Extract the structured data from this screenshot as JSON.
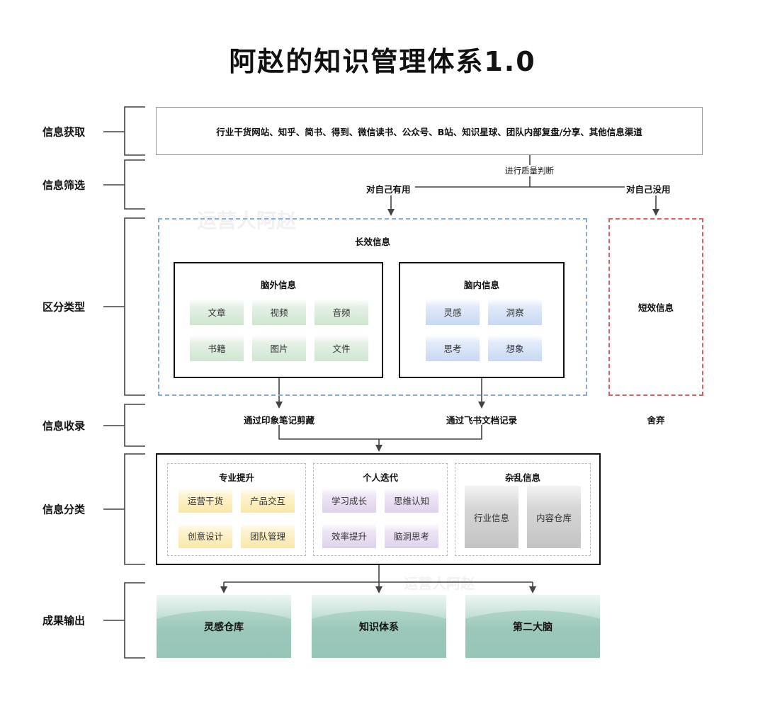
{
  "title": "阿赵的知识管理体系1.0",
  "stages": {
    "acquire": "信息获取",
    "filter": "信息筛选",
    "classify_type": "区分类型",
    "record": "信息收录",
    "categorize": "信息分类",
    "output": "成果输出"
  },
  "sources_text": "行业干货网站、知乎、简书、得到、微信读书、公众号、B站、知识星球、团队内部复盘/分享、其他信息渠道",
  "filter": {
    "judge": "进行质量判断",
    "useful": "对自己有用",
    "useless": "对自己没用"
  },
  "long_term": {
    "title": "长效信息",
    "external": {
      "title": "脑外信息",
      "items": [
        "文章",
        "视频",
        "音频",
        "书籍",
        "图片",
        "文件"
      ]
    },
    "internal": {
      "title": "脑内信息",
      "items": [
        "灵感",
        "洞察",
        "思考",
        "想象"
      ]
    }
  },
  "short_term": "短效信息",
  "record": {
    "evernote": "通过印象笔记剪藏",
    "feishu": "通过飞书文档记录",
    "discard": "舍弃"
  },
  "categories": {
    "professional": {
      "title": "专业提升",
      "items": [
        "运营干货",
        "产品交互",
        "创意设计",
        "团队管理"
      ]
    },
    "personal": {
      "title": "个人迭代",
      "items": [
        "学习成长",
        "思维认知",
        "效率提升",
        "脑洞思考"
      ]
    },
    "misc": {
      "title": "杂乱信息",
      "items": [
        "行业信息",
        "内容仓库"
      ]
    }
  },
  "outputs": [
    "灵感仓库",
    "知识体系",
    "第二大脑"
  ],
  "watermark": "运营人阿赵",
  "colors": {
    "blue_dash": "#88aadb",
    "red_dash": "#e06060",
    "green_tile": "#cfe6d1",
    "blue_tile": "#c8d9f3",
    "yellow_tile": "#f9e8a8",
    "purple_tile": "#dfd2ec",
    "gray_tile": "#c4c4c4",
    "output_teal": "#97c5b7"
  }
}
